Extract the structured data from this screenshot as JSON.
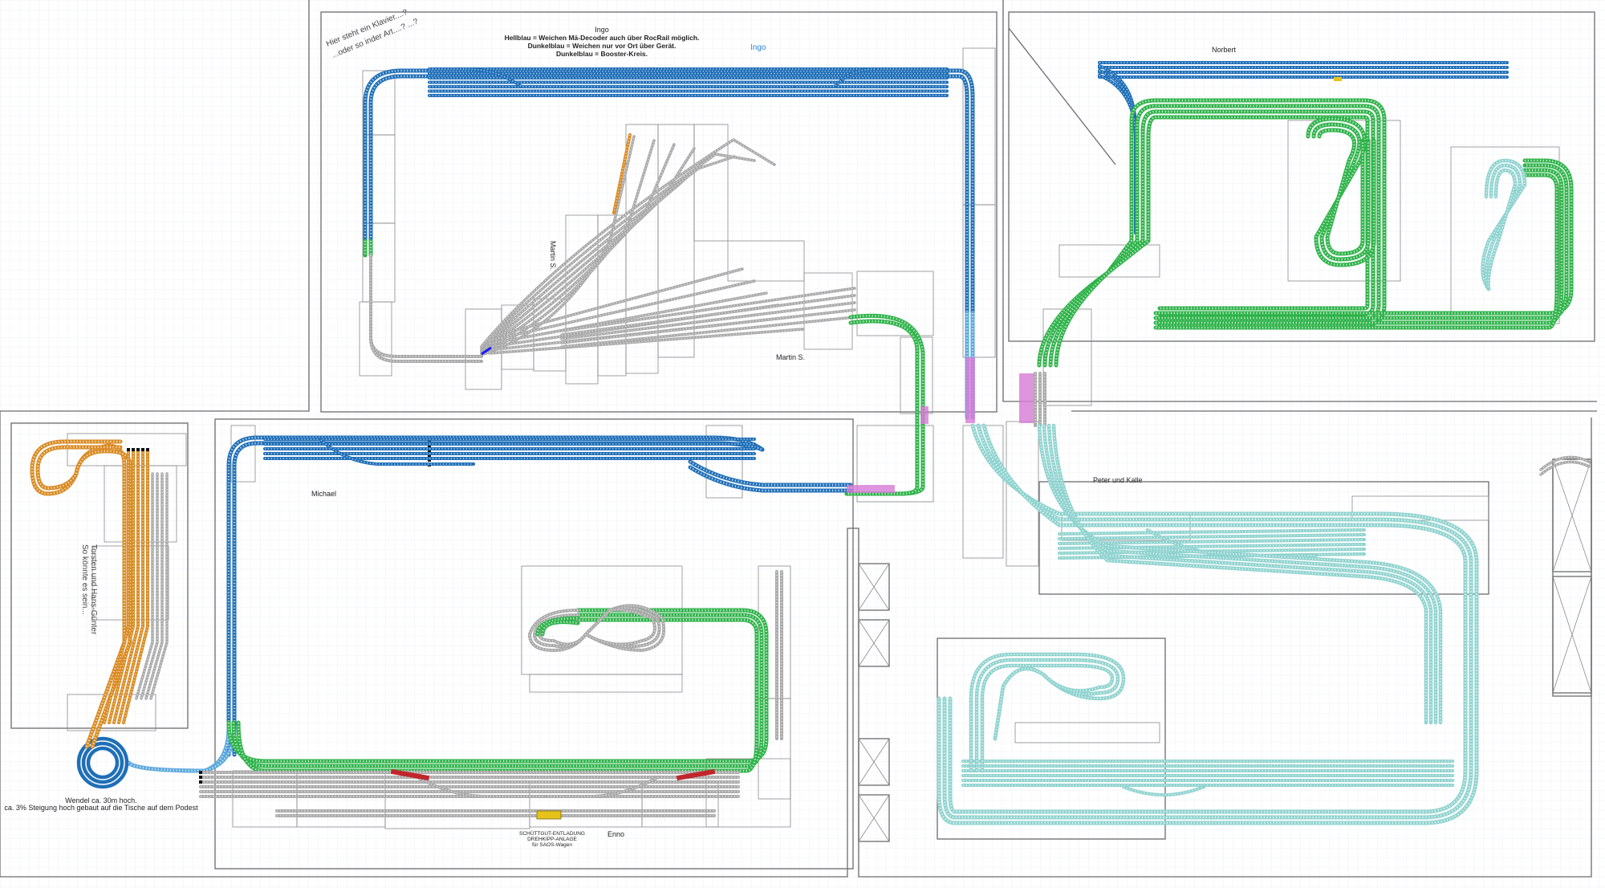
{
  "labels": {
    "ingo_title": "Ingo",
    "ingo_line1": "Hellblau = Weichen Mä-Decoder auch über RocRail möglich.",
    "ingo_line2": "Dunkelblau = Weichen nur vor Ort über Gerät.",
    "ingo_line3": "Dunkelblau = Booster-Kreis.",
    "ingo_blue": "Ingo",
    "klavier1": "Hier steht ein Klavier....?",
    "klavier2": "...oder so inder Art....? ...?",
    "martin_vertical": "Martin S.",
    "martin": "Martin S.",
    "norbert": "Norbert",
    "michael": "Michael",
    "peter_kalle": "Peter und Kalle",
    "enno": "Enno",
    "wendel1": "Wendel ca. 30m hoch.",
    "wendel2": "ca. 3% Steigung hoch gebaut auf die Tische auf dem Podest",
    "torsten1": "Torsten und Hans-Günter",
    "torsten2": "So könnte es sein...",
    "schuett1": "SCHÜTTGUT-ENTLADUNG",
    "schuett2": "DREHKIPP-ANLAGE",
    "schuett3": "für SAOS-Wagen"
  },
  "colors": {
    "dark_blue": "#1f6fb8",
    "light_blue": "#5aa7dc",
    "green": "#2fb34a",
    "teal": "#8fd3cf",
    "gray": "#a9a9a9",
    "orange": "#d98a22",
    "magenta": "#d77ad6",
    "red": "#c0262b",
    "yellow": "#e6c21a"
  }
}
